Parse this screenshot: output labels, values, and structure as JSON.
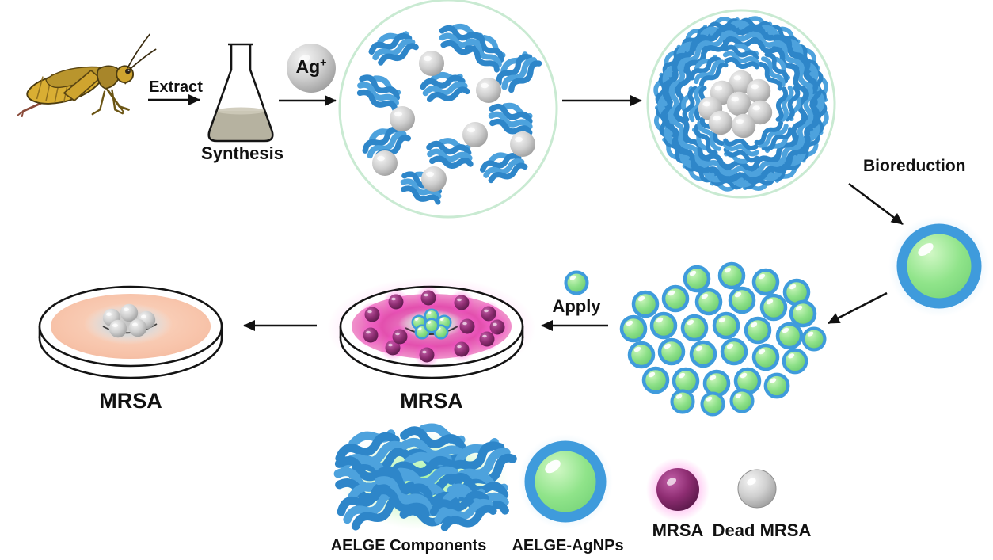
{
  "figure": {
    "background": "#ffffff",
    "steps": {
      "extract_label": "Extract",
      "synthesis_label": "Synthesis",
      "silver_ion_base": "Ag",
      "silver_ion_charge": "+",
      "bioreduction_label": "Bioreduction",
      "apply_label": "Apply",
      "treated_dish_label": "MRSA",
      "dead_dish_label": "MRSA"
    },
    "legend": {
      "items": [
        {
          "name": "aelge-components",
          "label": "AELGE Components"
        },
        {
          "name": "aelge-agnps",
          "label": "AELGE-AgNPs"
        },
        {
          "name": "mrsa",
          "label": "MRSA"
        },
        {
          "name": "dead-mrsa",
          "label": "Dead MRSA"
        }
      ]
    },
    "colors": {
      "component_blue": "#2e86c9",
      "nanoparticle_green": "#8ce087",
      "nanoparticle_ring_blue": "#3f9bdc",
      "silver_gray": "#bdbdbd",
      "mrsa_purple": "#8e2d72",
      "mrsa_glow_pink": "#ff4fd6",
      "agar_peach": "#f6c0a6",
      "agar_pink": "#e34fae",
      "flask_liquid": "#b6b2a0",
      "circle_outline_green": "#c9ead2"
    }
  }
}
